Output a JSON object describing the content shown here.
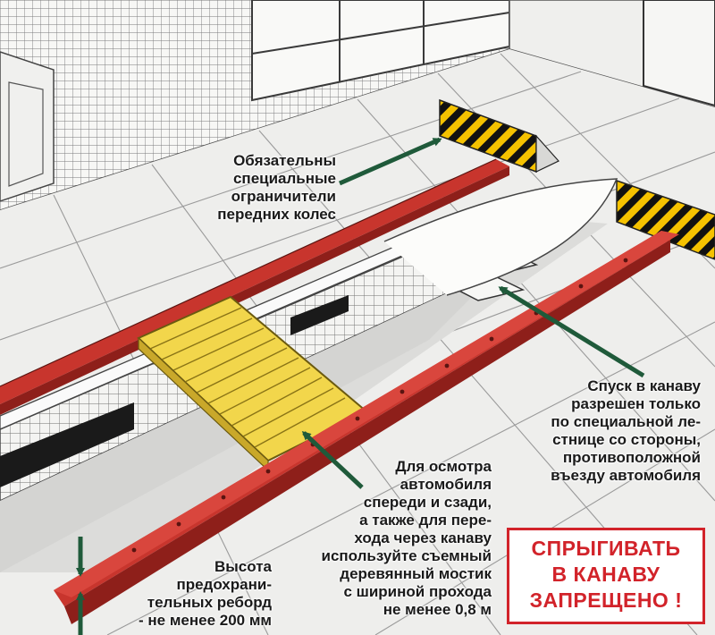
{
  "captions": {
    "front_wheel_stops": [
      "Обязательны",
      "специальные",
      "ограничители",
      "передних колес"
    ],
    "pit_descent": [
      "Спуск в канаву",
      "разрешен только",
      "по специальной ле-",
      "стнице со стороны,",
      "противоположной",
      "въезду автомобиля"
    ],
    "wooden_bridge": [
      "Для осмотра",
      "автомобиля",
      "спереди и сзади,",
      "а также для пере-",
      "хода через канаву",
      "используйте съемный",
      "деревянный мостик",
      "с шириной прохода",
      "не менее 0,8 м"
    ],
    "curb_height": [
      "Высота",
      "предохрани-",
      "тельных реборд",
      "- не менее 200 мм"
    ]
  },
  "warning": [
    "СПРЫГИВАТЬ",
    "В КАНАВУ",
    "ЗАПРЕЩЕНО !"
  ],
  "colors": {
    "rail_red": "#c8352d",
    "rail_dark": "#8e1f1a",
    "bridge_yellow": "#f2d64b",
    "hazard_yellow": "#f5c200",
    "arrow_green": "#1f5a3a",
    "warning_red": "#d2232a"
  }
}
